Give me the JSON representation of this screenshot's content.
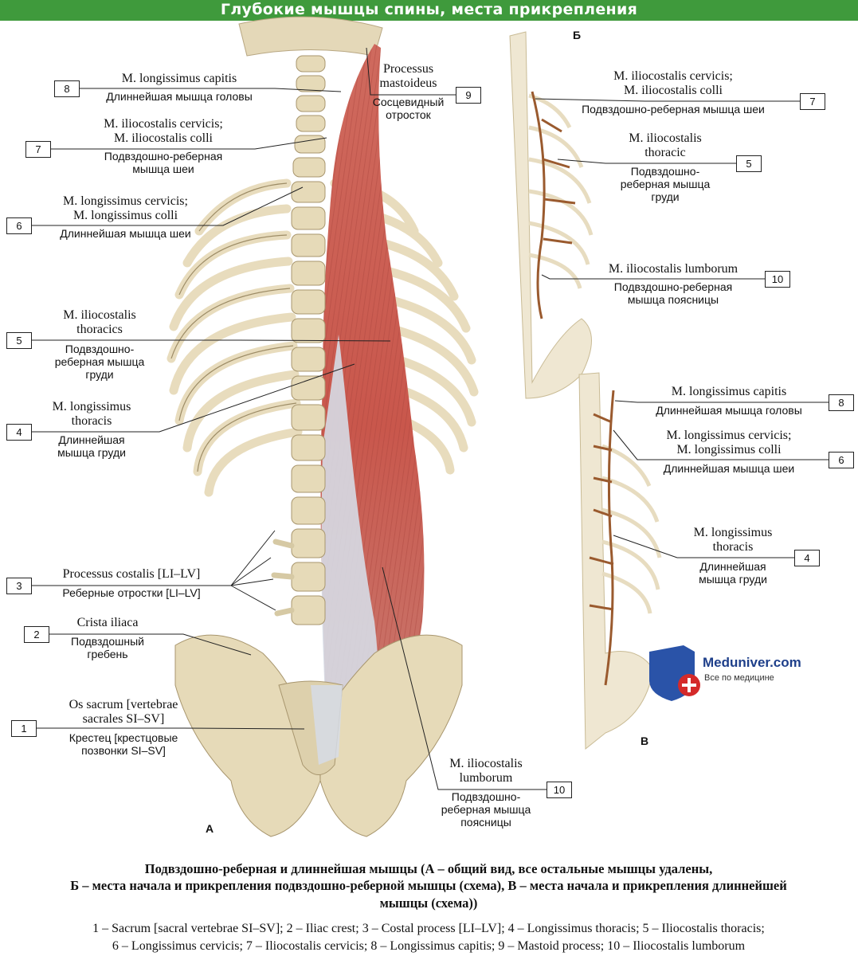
{
  "title": "Глубокие мышцы спины, места прикрепления",
  "panels": {
    "a": "А",
    "b": "Б",
    "v": "В"
  },
  "labels": {
    "l8_lat": "M. longissimus capitis",
    "l8_ru": "Длиннейшая мышца головы",
    "l7_lat1": "M. iliocostalis cervicis;",
    "l7_lat2": "M. iliocostalis colli",
    "l7_ru1": "Подвздошно-реберная",
    "l7_ru2": "мышца шеи",
    "l6_lat1": "M. longissimus cervicis;",
    "l6_lat2": "M. longissimus colli",
    "l6_ru": "Длиннейшая мышца шеи",
    "l5_lat1": "M. iliocostalis",
    "l5_lat2": "thoracics",
    "l5_ru1": "Подвздошно-",
    "l5_ru2": "реберная мышца",
    "l5_ru3": "груди",
    "l4_lat1": "M. longissimus",
    "l4_lat2": "thoracis",
    "l4_ru1": "Длиннейшая",
    "l4_ru2": "мышца груди",
    "l3_lat": "Processus costalis [LI–LV]",
    "l3_ru": "Реберные отростки [LI–LV]",
    "l2_lat": "Crista iliaca",
    "l2_ru1": "Подвздошный",
    "l2_ru2": "гребень",
    "l1_lat1": "Os sacrum [vertebrae",
    "l1_lat2": "sacrales SI–SV]",
    "l1_ru1": "Крестец [крестцовые",
    "l1_ru2": "позвонки SI–SV]",
    "l9_lat1": "Processus",
    "l9_lat2": "mastoideus",
    "l9_ru1": "Сосцевидный",
    "l9_ru2": "отросток",
    "l10_lat1": "M. iliocostalis",
    "l10_lat2": "lumborum",
    "l10_ru1": "Подвздошно-",
    "l10_ru2": "реберная мышца",
    "l10_ru3": "поясницы",
    "b7_lat1": "M. iliocostalis cervicis;",
    "b7_lat2": "M. iliocostalis colli",
    "b7_ru": "Подвздошно-реберная мышца шеи",
    "b5_lat1": "M. iliocostalis",
    "b5_lat2": "thoracic",
    "b5_ru1": "Подвздошно-",
    "b5_ru2": "реберная мышца",
    "b5_ru3": "груди",
    "b10_lat": "M. iliocostalis lumborum",
    "b10_ru1": "Подвздошно-реберная",
    "b10_ru2": "мышца поясницы",
    "v8_lat": "M. longissimus capitis",
    "v8_ru": "Длиннейшая мышца головы",
    "v6_lat1": "M. longissimus cervicis;",
    "v6_lat2": "M. longissimus colli",
    "v6_ru": "Длиннейшая мышца шеи",
    "v4_lat1": "M. longissimus",
    "v4_lat2": "thoracis",
    "v4_ru1": "Длиннейшая",
    "v4_ru2": "мышца груди"
  },
  "numbers": {
    "n8": "8",
    "n7": "7",
    "n6": "6",
    "n5": "5",
    "n4": "4",
    "n3": "3",
    "n2": "2",
    "n1": "1",
    "n9": "9",
    "n10": "10",
    "b7": "7",
    "b5": "5",
    "b10": "10",
    "v8": "8",
    "v6": "6",
    "v4": "4"
  },
  "logo": {
    "title": "Meduniver.com",
    "subtitle": "Все по медицине"
  },
  "caption": {
    "line1": "Подвздошно-реберная и длиннейшая мышцы (А – общий вид, все остальные мышцы удалены,",
    "line2": "Б – места начала и прикрепления подвздошно-реберной мышцы (схема), В – места начала и прикрепления длиннейшей",
    "line3": "мышцы (схема))"
  },
  "legend": {
    "line1": "1 – Sacrum [sacral vertebrae SI–SV]; 2 – Iliac crest; 3 – Costal process [LI–LV]; 4 – Longissimus thoracis; 5 – Iliocostalis thoracis;",
    "line2": "6 – Longissimus cervicis; 7 – Iliocostalis cervicis; 8 – Longissimus capitis; 9 – Mastoid process; 10 – Iliocostalis lumborum"
  },
  "colors": {
    "header": "#3f9a3c",
    "bone": "#e9dfc2",
    "muscle": "#c9574c",
    "tendon": "#cfd6e0",
    "scheme_muscle": "#9a5a2e",
    "logo_blue": "#1e3f8a",
    "logo_red": "#d42a2a"
  }
}
